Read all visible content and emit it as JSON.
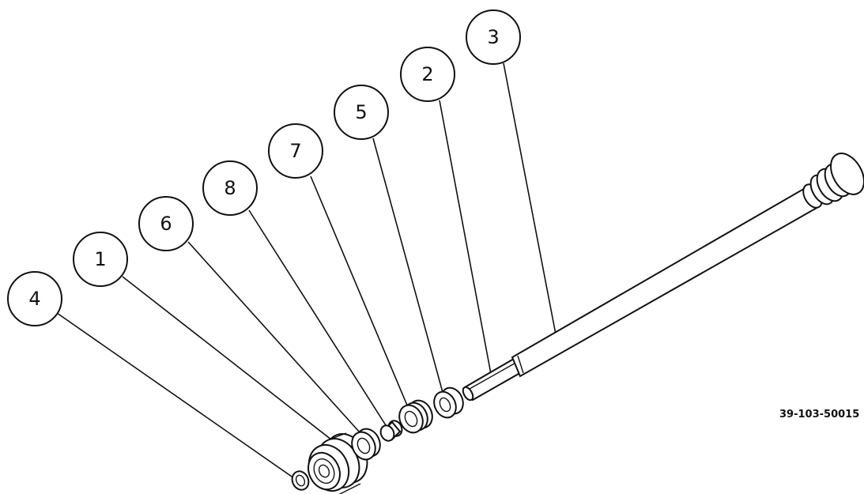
{
  "balloons": [
    {
      "id": "4",
      "label": "4"
    },
    {
      "id": "1",
      "label": "1"
    },
    {
      "id": "6",
      "label": "6"
    },
    {
      "id": "8",
      "label": "8"
    },
    {
      "id": "7",
      "label": "7"
    },
    {
      "id": "5",
      "label": "5"
    },
    {
      "id": "2",
      "label": "2"
    },
    {
      "id": "3",
      "label": "3"
    }
  ],
  "drawing_code": "39-103-50015"
}
